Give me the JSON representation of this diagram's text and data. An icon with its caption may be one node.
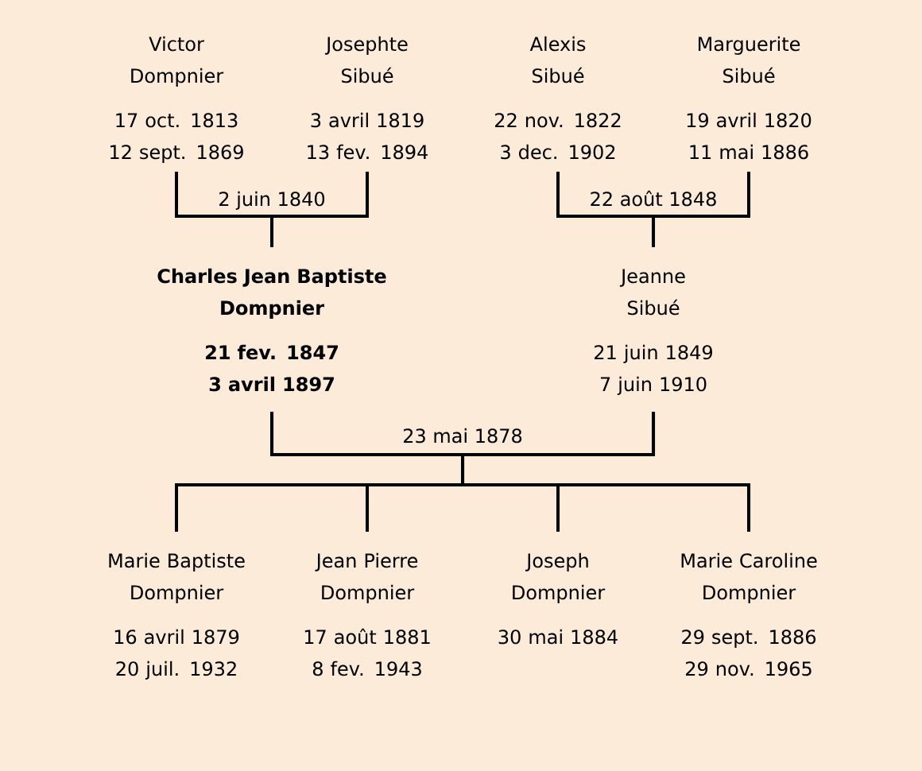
{
  "diagram": {
    "nodes": [
      {
        "text": [
          "Victor Dompnier",
          "17 oct. 1813",
          "12 sept. 1869"
        ]
      },
      {
        "text": [
          "Josephte Sibué",
          "3 avril 1819",
          "13 fev. 1894"
        ]
      },
      {
        "text": [
          "Alexis Sibué",
          "22 nov. 1822",
          "3 dec. 1902"
        ]
      },
      {
        "text": [
          "Marguerite Sibué",
          "19 avril 1820",
          "11 mai 1886"
        ]
      },
      {
        "text": [
          "Charles Jean Baptiste Dompnier",
          "21 fev. 1847",
          "3 avril 1897"
        ]
      },
      {
        "text": [
          "Jeanne Sibué",
          "21 juin 1849",
          "7 juin 1910"
        ]
      },
      {
        "text": [
          "Marie Baptiste Dompnier",
          "16 avril 1879",
          "20 juil. 1932"
        ]
      },
      {
        "text": [
          "Jean Pierre Dompnier",
          "17 août 1881",
          "8 fev. 1943"
        ]
      },
      {
        "text": [
          "Joseph Dompnier",
          "30 mai 1884"
        ]
      },
      {
        "text": [
          "Marie Caroline Dompnier",
          "29 sept. 1886",
          "29 nov. 1965"
        ]
      }
    ],
    "edges": [
      {
        "from": 0,
        "to": 4,
        "arrow": "none"
      },
      {
        "from": 1,
        "to": 4,
        "arrow": "none"
      },
      {
        "from": 2,
        "to": 5,
        "arrow": "none"
      },
      {
        "from": 3,
        "to": 5,
        "arrow": "none"
      },
      {
        "from": 4,
        "to": 6,
        "arrow": "none"
      },
      {
        "from": 4,
        "to": 7,
        "arrow": "none"
      },
      {
        "from": 4,
        "to": 8,
        "arrow": "none"
      },
      {
        "from": 4,
        "to": 9,
        "arrow": "none"
      },
      {
        "from": 5,
        "to": 6,
        "arrow": "none"
      },
      {
        "from": 5,
        "to": 7,
        "arrow": "none"
      },
      {
        "from": 5,
        "to": 8,
        "arrow": "none"
      },
      {
        "from": 5,
        "to": 9,
        "arrow": "none"
      }
    ],
    "labels": [
      "2 juin 1840",
      "22 août 1848",
      "23 mai 1878"
    ]
  }
}
